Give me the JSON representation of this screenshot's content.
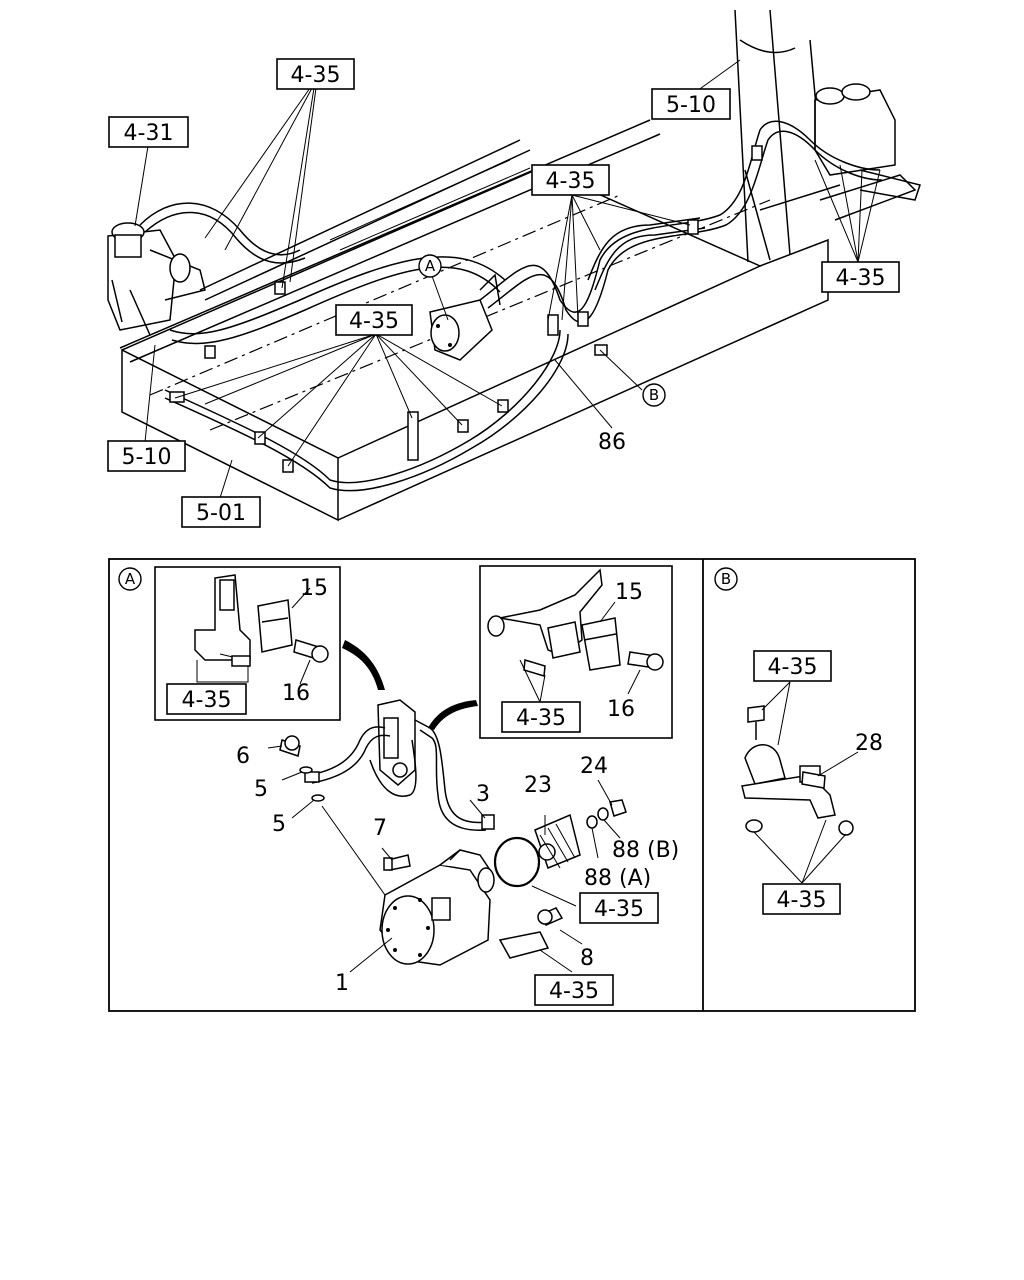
{
  "references": {
    "r435": "4-35",
    "r431": "4-31",
    "r510": "5-10",
    "r501": "5-01"
  },
  "views": {
    "a": "A",
    "b": "B"
  },
  "parts": {
    "p86": "86",
    "p15": "15",
    "p16": "16",
    "p6": "6",
    "p5": "5",
    "p3": "3",
    "p7": "7",
    "p23": "23",
    "p24": "24",
    "p88a": "88 (A)",
    "p88b": "88 (B)",
    "p1": "1",
    "p8": "8",
    "p28": "28"
  }
}
